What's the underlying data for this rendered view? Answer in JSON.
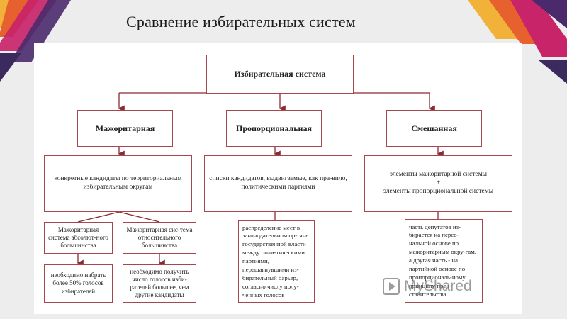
{
  "slide_title": "Сравнение избирательных систем",
  "diagram": {
    "root": "Избирательная система",
    "branches": [
      {
        "title": "Мажоритарная",
        "description": "конкретные кандидаты по территориальным избирательным округам",
        "subtypes": [
          {
            "title": "Мажоритарная система абсолют-ного большинства",
            "detail": "необходимо набрать более 50% голосов избирателей"
          },
          {
            "title": "Мажоритарная сис-тема относительного большинства",
            "detail": "необходимо получить число голосов изби-рателей большее, чем другие кандидаты"
          }
        ]
      },
      {
        "title": "Пропорциональная",
        "description": "списки кандидатов, выдвигаемые, как пра-вило, политическими партиями",
        "detail": "распределение мест в законодательном ор-гане государственной власти между поли-тическими партиями, перешагнувшими из-бирательный барьер, согласно числу полу-ченных голосов"
      },
      {
        "title": "Смешанная",
        "description_line1": "элементы мажоритарной системы",
        "description_plus": "+",
        "description_line2": "элементы пропорциональной системы",
        "detail": "часть депутатов из-бирается на персо-нальной основе по мажоритарным окру-гам, а другая часть - на партийной основе по пропорциональ-ному принципу пред-ставительства"
      }
    ]
  },
  "watermark": {
    "text": "MyShared",
    "icon": "play-logo-icon"
  },
  "colors": {
    "border": "#a8464e",
    "arrow": "#8a2a32"
  }
}
